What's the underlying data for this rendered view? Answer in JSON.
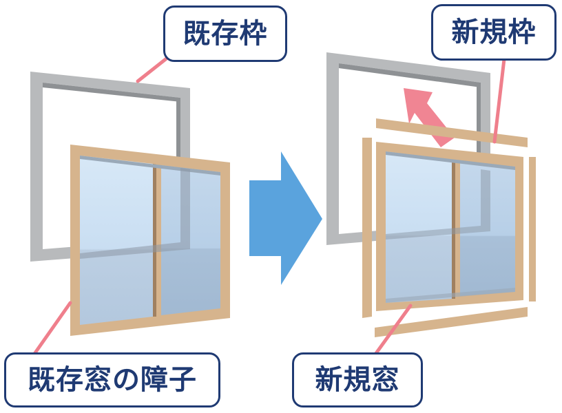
{
  "labels": {
    "existing_frame": "既存枠",
    "new_frame": "新規枠",
    "existing_sash": "既存窓の障子",
    "new_window": "新規窓"
  },
  "colors": {
    "label_border": "#1f3a73",
    "label_text": "#1f3a73",
    "leader_line": "#ef7f8c",
    "existing_frame": "#b5b7b9",
    "wood_frame": "#d6b48d",
    "glass_light": "#cfe3f4",
    "glass_mid": "#b9d2ea",
    "glass_dark": "#a8c1da",
    "arrow_blue": "#5aa3dd",
    "lift_arrow": "#f08593"
  },
  "icons": {
    "process_arrow": "right-arrow-icon",
    "lift_arrow": "up-left-arrow-icon"
  }
}
